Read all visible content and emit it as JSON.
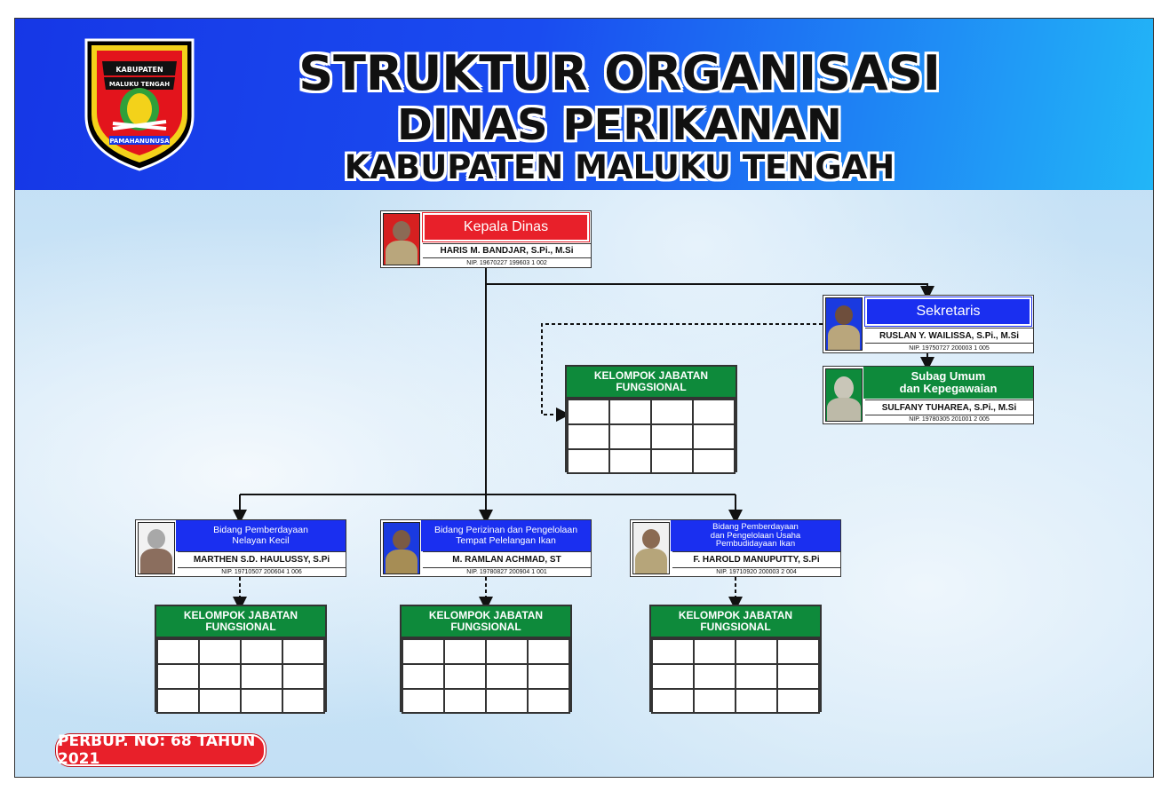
{
  "header": {
    "title_line1": "STRUKTUR ORGANISASI",
    "title_line2": "DINAS PERIKANAN",
    "title_line3": "KABUPATEN MALUKU TENGAH",
    "logo": {
      "line1": "KABUPATEN",
      "line2": "MALUKU TENGAH",
      "motto": "PAMAHANUNUSA"
    }
  },
  "kepala": {
    "title": "Kepala Dinas",
    "name": "HARIS M. BANDJAR, S.Pi., M.Si",
    "nip": "NIP. 19670227 199603 1 002"
  },
  "sekretaris": {
    "title": "Sekretaris",
    "name": "RUSLAN Y. WAILISSA, S.Pi., M.Si",
    "nip": "NIP. 19750727 200003 1 005"
  },
  "subag": {
    "title_line1": "Subag Umum",
    "title_line2": "dan Kepegawaian",
    "name": "SULFANY TUHAREA, S.Pi., M.Si",
    "nip": "NIP. 19780305 201001 2 005"
  },
  "bidang": [
    {
      "title_line1": "Bidang Pemberdayaan",
      "title_line2": "Nelayan Kecil",
      "title_line3": "",
      "name": "MARTHEN S.D. HAULUSSY, S.Pi",
      "nip": "NIP. 19710507 200604 1 006"
    },
    {
      "title_line1": "Bidang Perizinan dan Pengelolaan",
      "title_line2": "Tempat Pelelangan Ikan",
      "title_line3": "",
      "name": "M. RAMLAN ACHMAD, ST",
      "nip": "NIP. 19780827 200904 1 001"
    },
    {
      "title_line1": "Bidang Pemberdayaan",
      "title_line2": "dan Pengelolaan Usaha",
      "title_line3": "Pembudidayaan Ikan",
      "name": "F. HAROLD MANUPUTTY, S.Pi",
      "nip": "NIP. 19710920 200003 2 004"
    }
  ],
  "kelompok": {
    "line1": "KELOMPOK JABATAN",
    "line2": "FUNGSIONAL"
  },
  "footer": {
    "perbup": "PERBUP. NO: 68 TAHUN 2021"
  },
  "colors": {
    "red": "#e8202a",
    "blue": "#1a2ff0",
    "green": "#0e8a3b"
  }
}
